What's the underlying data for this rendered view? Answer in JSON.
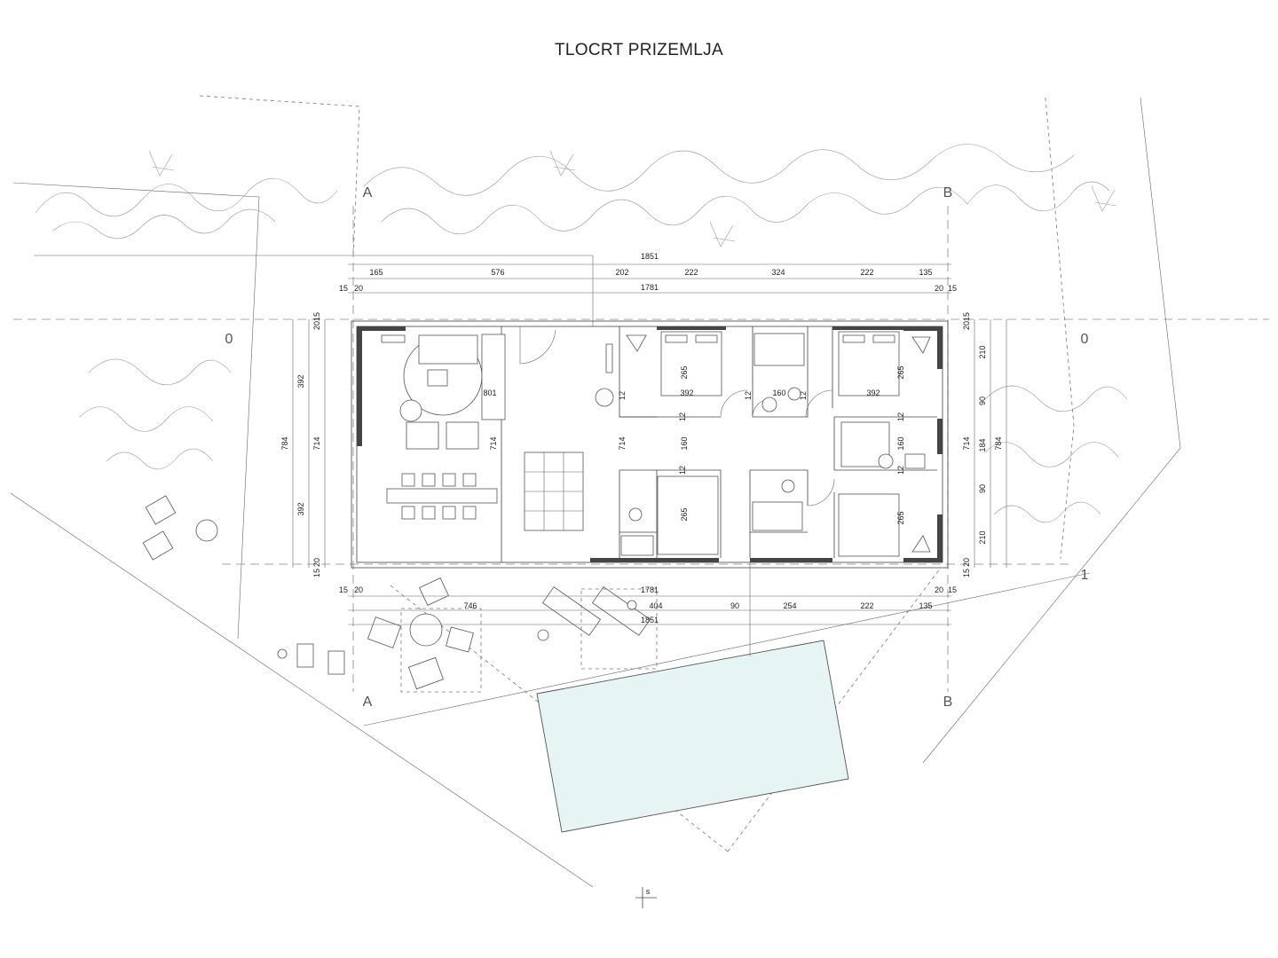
{
  "title": "TLOCRT PRIZEMLJA",
  "axes": {
    "a": "A",
    "b": "B",
    "zero": "0",
    "one": "1",
    "north": "s"
  },
  "dims_top": {
    "overall": "1851",
    "segments": [
      "165",
      "576",
      "202",
      "222",
      "324",
      "222",
      "135"
    ],
    "inner": "1781",
    "offsets": [
      "15",
      "20",
      "20",
      "15"
    ]
  },
  "dims_bottom": {
    "inner": "1781",
    "overall": "1851",
    "segments": [
      "746",
      "404",
      "90",
      "254",
      "222",
      "135"
    ],
    "offsets": [
      "15",
      "20",
      "20",
      "15"
    ]
  },
  "dims_left": {
    "overall": "784",
    "segments": [
      "392",
      "392"
    ],
    "inner": "714",
    "offsets": [
      "20",
      "15",
      "15",
      "20"
    ]
  },
  "dims_right": {
    "overall": "784",
    "segments": [
      "210",
      "90",
      "184",
      "90",
      "210"
    ],
    "inner": "714",
    "offsets": [
      "20",
      "15",
      "15",
      "20"
    ]
  },
  "room_dims": {
    "living_width": "801",
    "living_depth": "714",
    "kitchen_depth": "714",
    "bed1_depth": "265",
    "bed1_width": "392",
    "bath_width": "160",
    "bed2_depth": "265",
    "bed2_width": "392",
    "hall_width": "160",
    "bath2_width": "160",
    "bed3_depth": "265",
    "bed4_depth": "265",
    "wall12": "12"
  },
  "colors": {
    "pool": "#e6f4f4",
    "line": "#444444",
    "wall": "#444444"
  }
}
